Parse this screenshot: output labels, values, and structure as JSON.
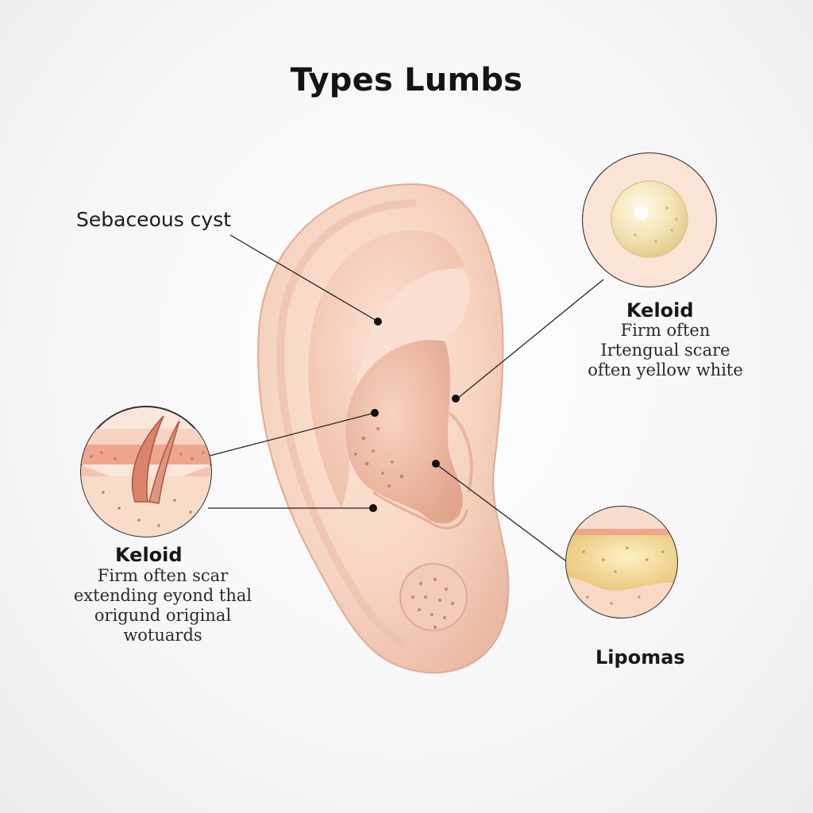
{
  "title": "Types Lumbs",
  "labels": {
    "sebaceous": "Sebaceous cyst",
    "keloid_right": {
      "name": "Keloid",
      "lines": [
        "Firm often",
        "Irtengual scare",
        "often yellow white"
      ]
    },
    "keloid_left": {
      "name": "Keloid",
      "lines": [
        "Firm often scar",
        "extending eyond thal",
        "origund original",
        "wotuards"
      ]
    },
    "lipomas": "Lipomas"
  },
  "icons": [
    "ear-illustration",
    "cyst-inset-icon",
    "keloid-inset-icon",
    "lipoma-inset-icon"
  ],
  "colors": {
    "skin": "#f9d9c9",
    "skin_shadow": "#e9b39e",
    "cyst_yellow": "#f2e2b0",
    "lipoma_yellow": "#f0d68a",
    "leader_line": "#222222"
  }
}
